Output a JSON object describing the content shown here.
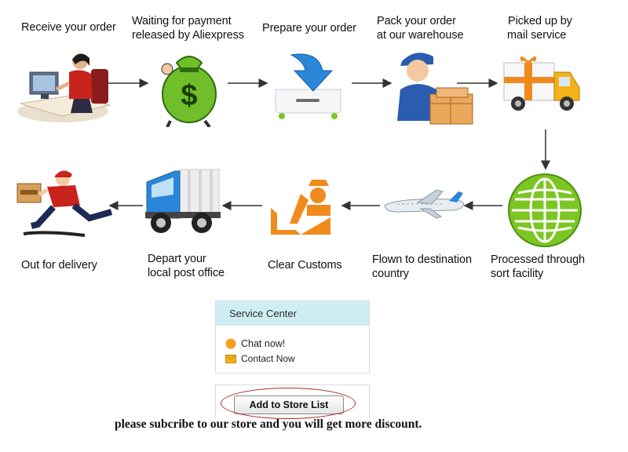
{
  "steps": [
    {
      "label_1": "Receive your order",
      "label_2": "",
      "icon": "computer-clerk-icon"
    },
    {
      "label_1": "Waiting for payment",
      "label_2": "released by Aliexpress",
      "icon": "money-bag-icon"
    },
    {
      "label_1": "Prepare your order",
      "label_2": "",
      "icon": "download-tray-icon"
    },
    {
      "label_1": "Pack your order",
      "label_2": "at our warehouse",
      "icon": "packer-icon"
    },
    {
      "label_1": "Picked up by",
      "label_2": "mail service",
      "icon": "gift-truck-icon"
    },
    {
      "label_1": "Processed through",
      "label_2": "sort facility",
      "icon": "globe-icon"
    },
    {
      "label_1": "Flown to destination",
      "label_2": "country",
      "icon": "airplane-icon"
    },
    {
      "label_1": "Clear Customs",
      "label_2": "",
      "icon": "customs-officer-icon"
    },
    {
      "label_1": "Depart your",
      "label_2": "local post office",
      "icon": "delivery-truck-icon"
    },
    {
      "label_1": "Out for delivery",
      "label_2": "",
      "icon": "courier-icon"
    }
  ],
  "service": {
    "title": "Service Center",
    "chat": "Chat now!",
    "contact": "Contact Now"
  },
  "add_button": "Add to Store List",
  "promo": "please subcribe to our store and you will get more discount.",
  "colors": {
    "green": "#7cc623",
    "orange": "#f08a1c",
    "blue": "#2a86d8",
    "panel_header": "#cfeef3",
    "ellipse": "#b02a2a"
  }
}
